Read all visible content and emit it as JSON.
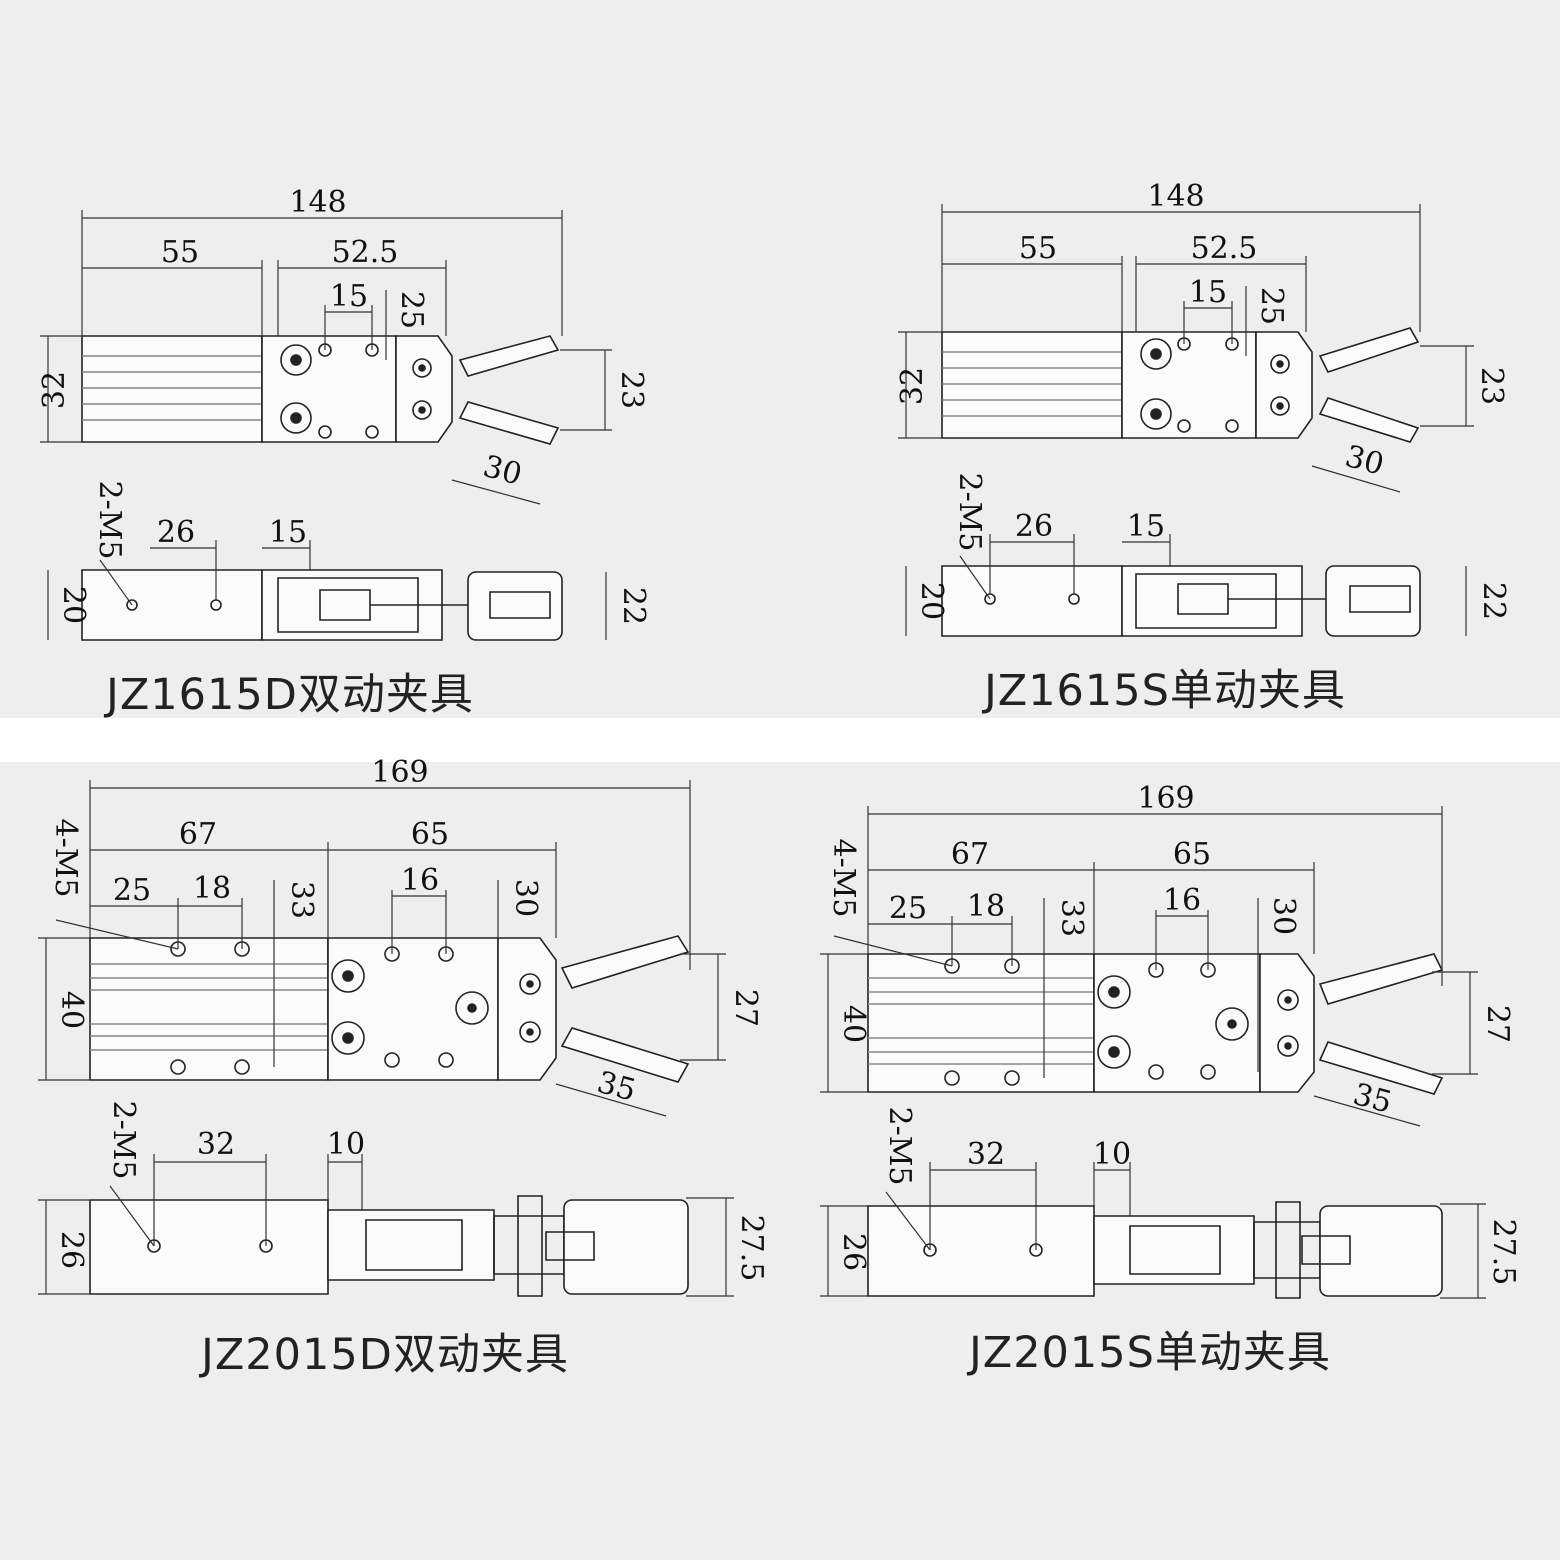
{
  "panels": [
    {
      "title": "JZ1615D双动夹具",
      "top_dims": {
        "overall": "148",
        "body": "55",
        "head": "52.5",
        "hole_pitch": "15",
        "hole_depth": "25",
        "height": "32",
        "jaw_gap": "23",
        "jaw_length": "30"
      },
      "side_dims": {
        "thread": "2-M5",
        "hole_pitch": "26",
        "offset": "15",
        "height": "20",
        "jaw_height": "22"
      }
    },
    {
      "title": "JZ1615S单动夹具",
      "top_dims": {
        "overall": "148",
        "body": "55",
        "head": "52.5",
        "hole_pitch": "15",
        "hole_depth": "25",
        "height": "32",
        "jaw_gap": "23",
        "jaw_length": "30"
      },
      "side_dims": {
        "thread": "2-M5",
        "hole_pitch": "26",
        "offset": "15",
        "height": "20",
        "jaw_height": "22"
      }
    },
    {
      "title": "JZ2015D双动夹具",
      "top_dims": {
        "overall": "169",
        "body": "67",
        "head": "65",
        "thread": "4-M5",
        "hole_a": "25",
        "hole_b": "18",
        "hole_depth": "33",
        "head_pitch": "16",
        "head_depth": "30",
        "height": "40",
        "jaw_gap": "27",
        "jaw_length": "35"
      },
      "side_dims": {
        "thread": "2-M5",
        "hole_pitch": "32",
        "offset": "10",
        "height": "26",
        "jaw_height": "27.5"
      }
    },
    {
      "title": "JZ2015S单动夹具",
      "top_dims": {
        "overall": "169",
        "body": "67",
        "head": "65",
        "thread": "4-M5",
        "hole_a": "25",
        "hole_b": "18",
        "hole_depth": "33",
        "head_pitch": "16",
        "head_depth": "30",
        "height": "40",
        "jaw_gap": "27",
        "jaw_length": "35"
      },
      "side_dims": {
        "thread": "2-M5",
        "hole_pitch": "32",
        "offset": "10",
        "height": "26",
        "jaw_height": "27.5"
      }
    }
  ]
}
